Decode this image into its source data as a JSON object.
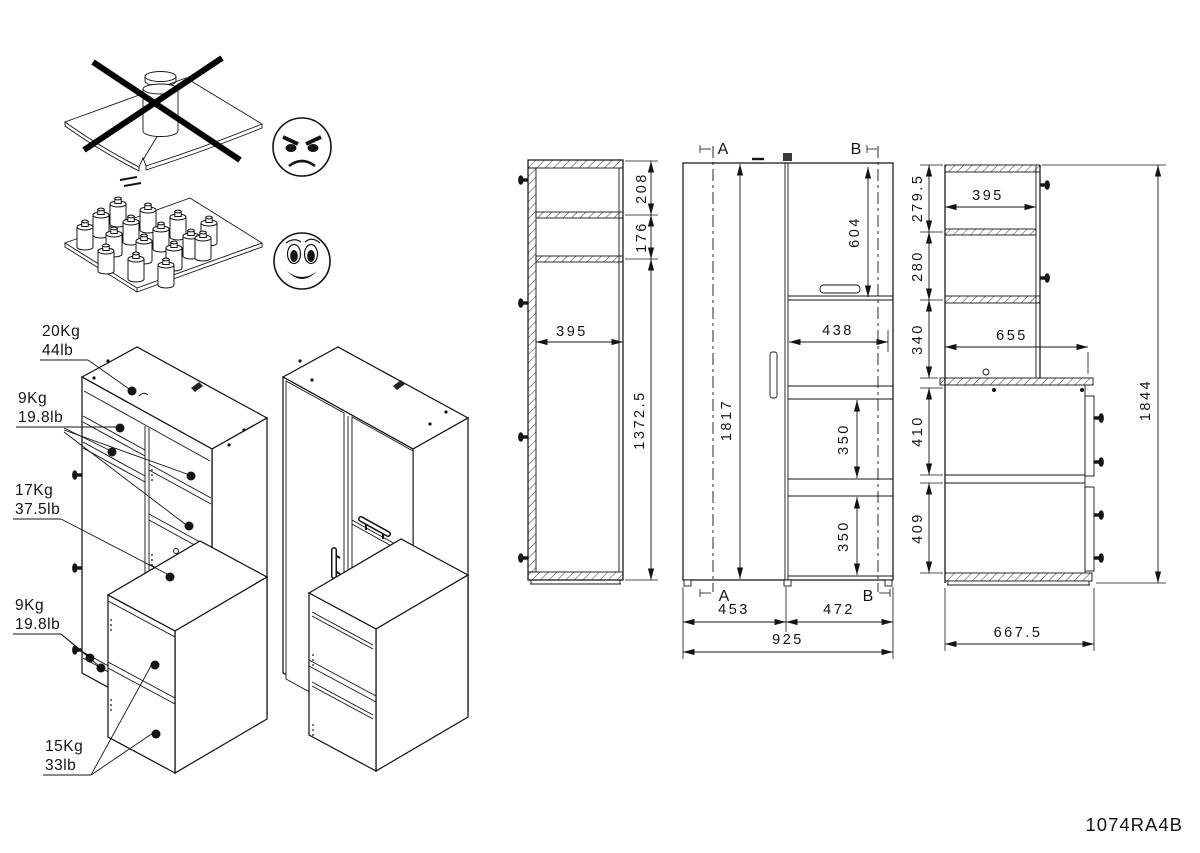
{
  "part_number": "1074RA4B",
  "warnings": {
    "bad_icon": "angry-face",
    "good_icon": "happy-face"
  },
  "weight_labels": {
    "top_shelf": {
      "kg": "20Kg",
      "lb": "44lb"
    },
    "upper_shelves": {
      "kg": "9Kg",
      "lb": "19.8lb"
    },
    "desk": {
      "kg": "17Kg",
      "lb": "37.5lb"
    },
    "lower_shelf": {
      "kg": "9Kg",
      "lb": "19.8lb"
    },
    "base_shelves": {
      "kg": "15Kg",
      "lb": "33lb"
    }
  },
  "sections": {
    "a": "A",
    "b": "B"
  },
  "dimensions": {
    "side_a": {
      "top_compartment": "208",
      "second_compartment": "176",
      "inner_width": "395",
      "lower_height": "1372.5"
    },
    "front": {
      "door_height": "1817",
      "upper_door_height": "604",
      "niche_width": "438",
      "upper_drawer": "350",
      "lower_drawer": "350",
      "left_width": "453",
      "right_width": "472",
      "total_width": "925"
    },
    "side_b": {
      "top_compartment": "279.5",
      "second_compartment": "280",
      "niche_height": "340",
      "upper_drawer": "410",
      "lower_drawer": "409",
      "shelf_depth": "395",
      "desk_depth": "655",
      "total_height": "1844",
      "base_depth": "667.5"
    }
  }
}
